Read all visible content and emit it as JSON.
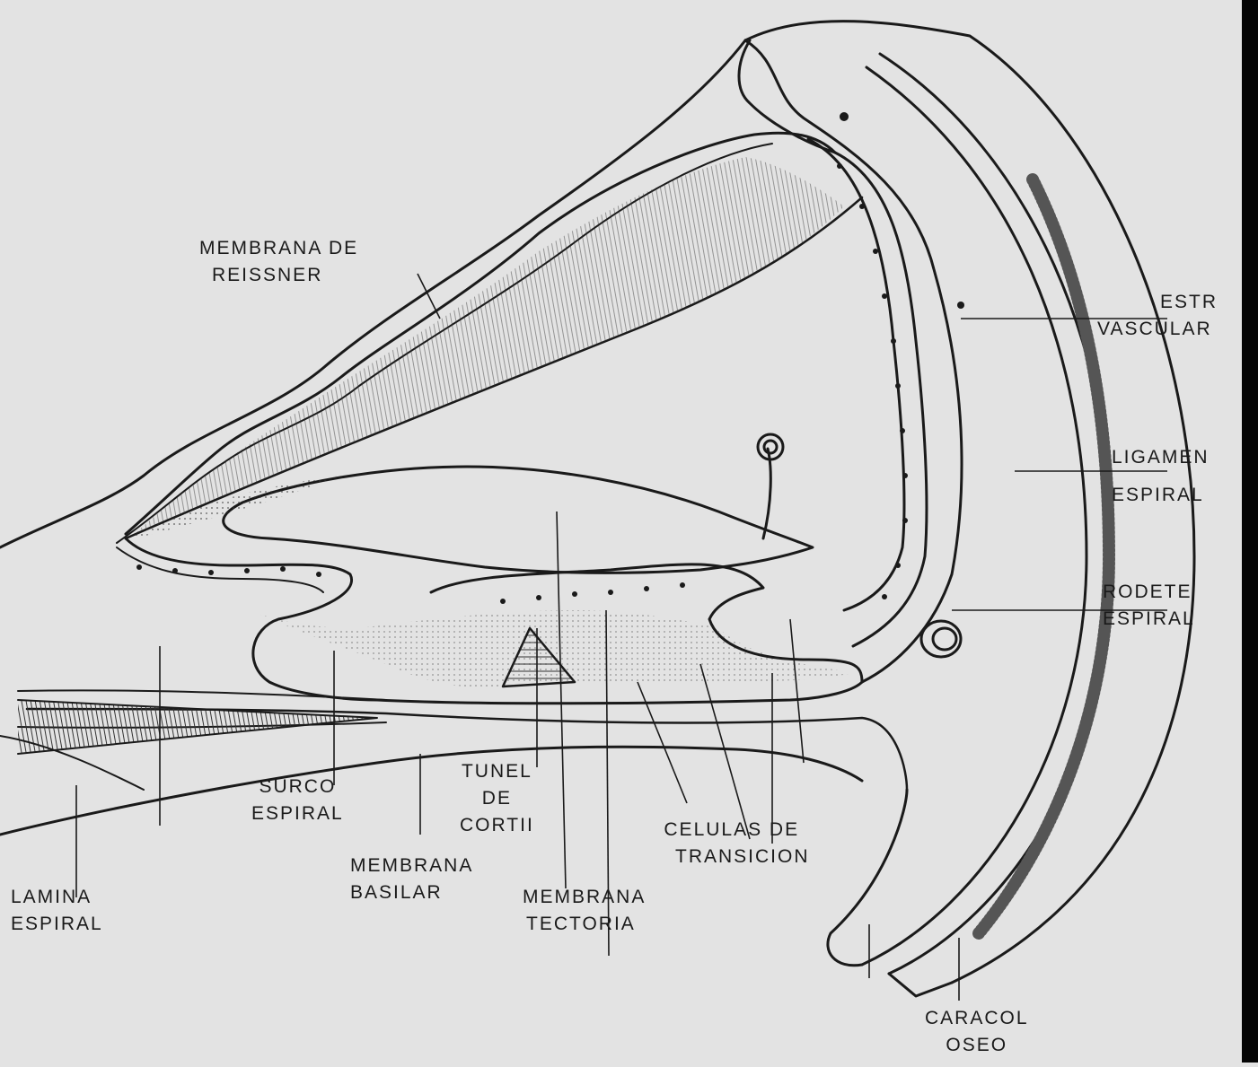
{
  "labels": {
    "membrana_reissner": [
      "MEMBRANA DE",
      "REISSNER"
    ],
    "estria_vascular": [
      "ESTR",
      "VASCULAR"
    ],
    "ligamento_espiral": [
      "LIGAMEN",
      "ESPIRAL"
    ],
    "rodete_espiral": [
      "RODETE",
      "ESPIRAL"
    ],
    "surco_espiral": [
      "SURCO",
      "ESPIRAL"
    ],
    "tunel_corti": [
      "TUNEL",
      "DE",
      "CORTII"
    ],
    "celulas_transicion": [
      "CELULAS DE",
      "TRANSICION"
    ],
    "membrana_basilar": [
      "MEMBRANA",
      "BASILAR"
    ],
    "membrana_tectoria": [
      "MEMBRANA",
      "TECTORIA"
    ],
    "lamina_espiral": [
      "LAMINA",
      "ESPIRAL"
    ],
    "caracol_oseo": [
      "CARACOL",
      "OSEO"
    ]
  },
  "colors": {
    "ink": "#1a1a1a",
    "paper": "#e3e3e3"
  }
}
